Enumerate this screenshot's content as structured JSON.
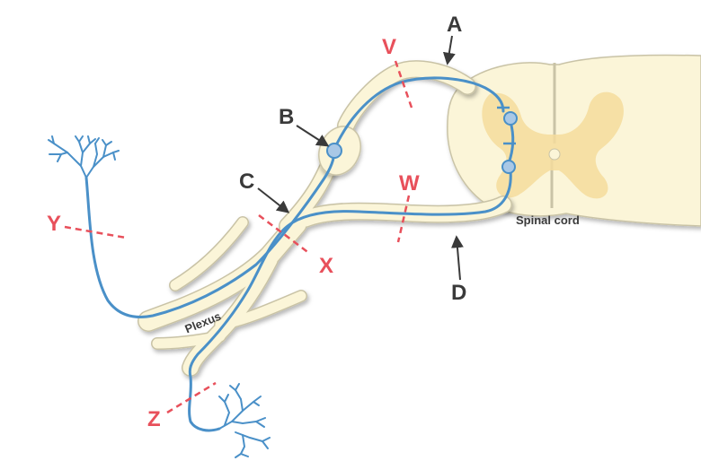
{
  "labels": {
    "A": "A",
    "B": "B",
    "C": "C",
    "D": "D",
    "V": "V",
    "W": "W",
    "X": "X",
    "Y": "Y",
    "Z": "Z",
    "plexus": "Plexus",
    "spinal_cord": "Spinal cord"
  },
  "colors": {
    "neuron": "#4a90c8",
    "tissue": "#fbf5d8",
    "tissue_outline": "#c9c3a6",
    "gray_matter": "#f5dc9c",
    "cut_line": "#e8505b",
    "dark_label": "#3a3a3a"
  }
}
